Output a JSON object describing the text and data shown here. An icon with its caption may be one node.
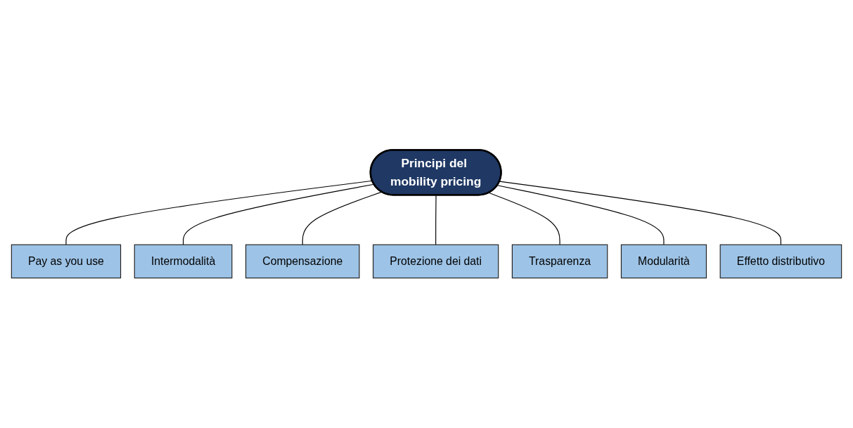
{
  "diagram": {
    "nodes": [
      {
        "text": [
          "Principi del mobility pricing"
        ]
      },
      {
        "text": [
          "Pay as you use"
        ]
      },
      {
        "text": [
          "Intermodalità"
        ]
      },
      {
        "text": [
          "Compensazione"
        ]
      },
      {
        "text": [
          "Protezione dei dati"
        ]
      },
      {
        "text": [
          "Trasparenza"
        ]
      },
      {
        "text": [
          "Modularità"
        ]
      },
      {
        "text": [
          "Effetto distributivo"
        ]
      }
    ],
    "edges": [
      {
        "from": 0,
        "to": 1,
        "arrow": "none"
      },
      {
        "from": 0,
        "to": 2,
        "arrow": "none"
      },
      {
        "from": 0,
        "to": 3,
        "arrow": "none"
      },
      {
        "from": 0,
        "to": 4,
        "arrow": "none"
      },
      {
        "from": 0,
        "to": 5,
        "arrow": "none"
      },
      {
        "from": 0,
        "to": 6,
        "arrow": "none"
      },
      {
        "from": 0,
        "to": 7,
        "arrow": "none"
      }
    ]
  }
}
